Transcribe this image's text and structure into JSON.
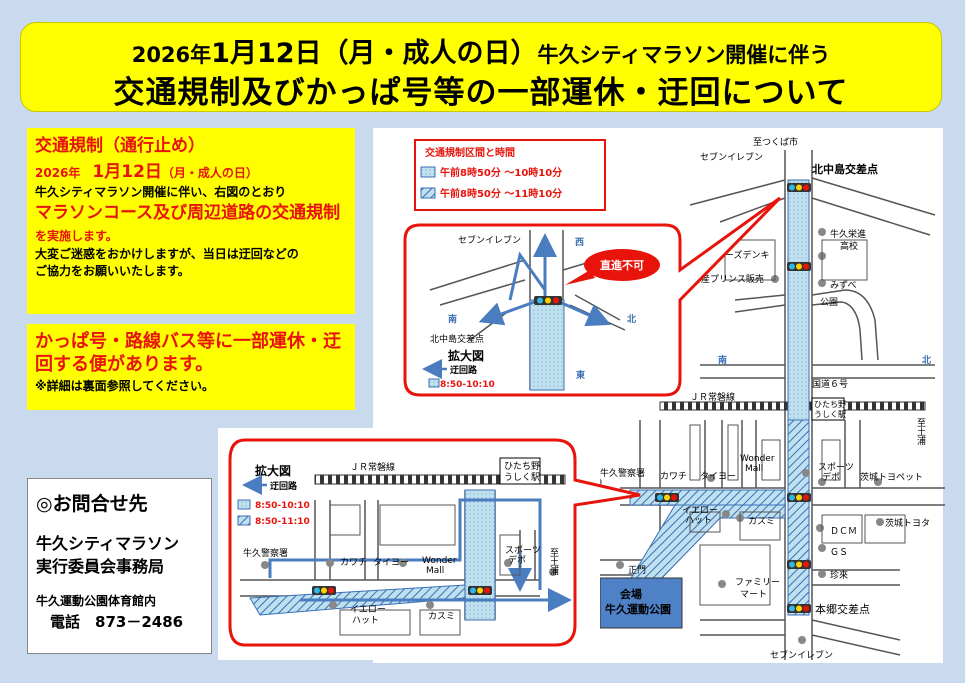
{
  "title": {
    "line1_year": "2026年",
    "line1_date": "1月12日（月・成人の日）",
    "line1_rest": "牛久シティマラソン開催に伴う",
    "line2": "交通規制及びかっぱ号等の一部運休・迂回について"
  },
  "notice": {
    "heading": "交通規制（通行止め）",
    "date_year": "2026年",
    "date_day": "1月12日",
    "date_note": "（月・成人の日）",
    "text1": "牛久シティマラソン開催に伴い、右図のとおり",
    "highlight": "マラソンコース及び周辺道路の交通規制",
    "highlight_suffix": "を実施します。",
    "text2": "大変ご迷惑をおかけしますが、当日は迂回などの",
    "text3": "ご協力をお願いいたします。"
  },
  "bus_notice": {
    "text": "かっぱ号・路線バス等に一部運休・迂回する便があります。",
    "note": "※詳細は裏面参照してください。"
  },
  "contact": {
    "heading": "◎お問合せ先",
    "org_line1": "牛久シティマラソン",
    "org_line2": "実行委員会事務局",
    "place": "牛久運動公園体育館内",
    "tel_label": "電話",
    "tel": "873－2486"
  },
  "legend": {
    "title": "交通規制区間と時間",
    "item1": "午前8時50分 ～10時10分",
    "item2": "午前8時50分 ～11時10分"
  },
  "map": {
    "north_dir": "至つくば市",
    "seven1": "セブンイレブン",
    "kitanakajima": "北中島交差点",
    "ushiku_eishin": "牛久栄進",
    "koukou": "高校",
    "ks_denki": "ケーズデンキ",
    "nissan": "日産プリンス販売",
    "mizube": "みずべ",
    "kouen": "公園",
    "south": "南",
    "north": "北",
    "route6": "国道６号",
    "jr": "ＪＲ常磐線",
    "hitachino1": "ひたち野",
    "hitachino2": "うしく駅",
    "to_tsuchiura": "至土浦",
    "police": "牛久警察署",
    "kawachi": "カワチ",
    "taiyo": "タイヨー",
    "wonder1": "Wonder",
    "wonder2": "Mall",
    "sports1": "スポーツ",
    "sports2": "デポ",
    "toyopet": "茨城トヨペット",
    "yellow1": "イエロー",
    "yellow2": "ハット",
    "kasumi": "カスミ",
    "dcm": "ＤＣＭ",
    "toyota": "茨城トヨタ",
    "gs": "ＧＳ",
    "seimon": "正門",
    "family1": "ファミリー",
    "family2": "マート",
    "chinrai": "珍來",
    "venue1": "会場",
    "venue2": "牛久運動公園",
    "hongo": "本郷交差点",
    "seven2": "セブンイレブン"
  },
  "inset1": {
    "seven": "セブンイレブン",
    "west": "西",
    "south": "南",
    "north": "北",
    "east": "東",
    "no_straight": "直進不可",
    "crossing": "北中島交差点",
    "title": "拡大図",
    "detour": "迂回路",
    "time": "8:50-10:10"
  },
  "inset2": {
    "title": "拡大図",
    "detour": "迂回路",
    "time1": "8:50-10:10",
    "time2": "8:50-11:10",
    "jr": "ＪＲ常磐線",
    "hitachino1": "ひたち野",
    "hitachino2": "うしく駅",
    "police": "牛久警察署",
    "kawachi": "カワチ",
    "taiyo": "タイヨー",
    "wonder1": "Wonder",
    "wonder2": "Mall",
    "sports1": "スポーツ",
    "sports2": "デポ",
    "to_tsuchiura": "至土浦",
    "yellow1": "イエロー",
    "yellow2": "ハット",
    "kasumi": "カスミ"
  },
  "colors": {
    "background": "#c9d9ee",
    "highlight": "#ffff00",
    "accent_red": "#e8140c",
    "road_closed": "#bfe0ef",
    "detour_blue": "#4a7cc0"
  }
}
